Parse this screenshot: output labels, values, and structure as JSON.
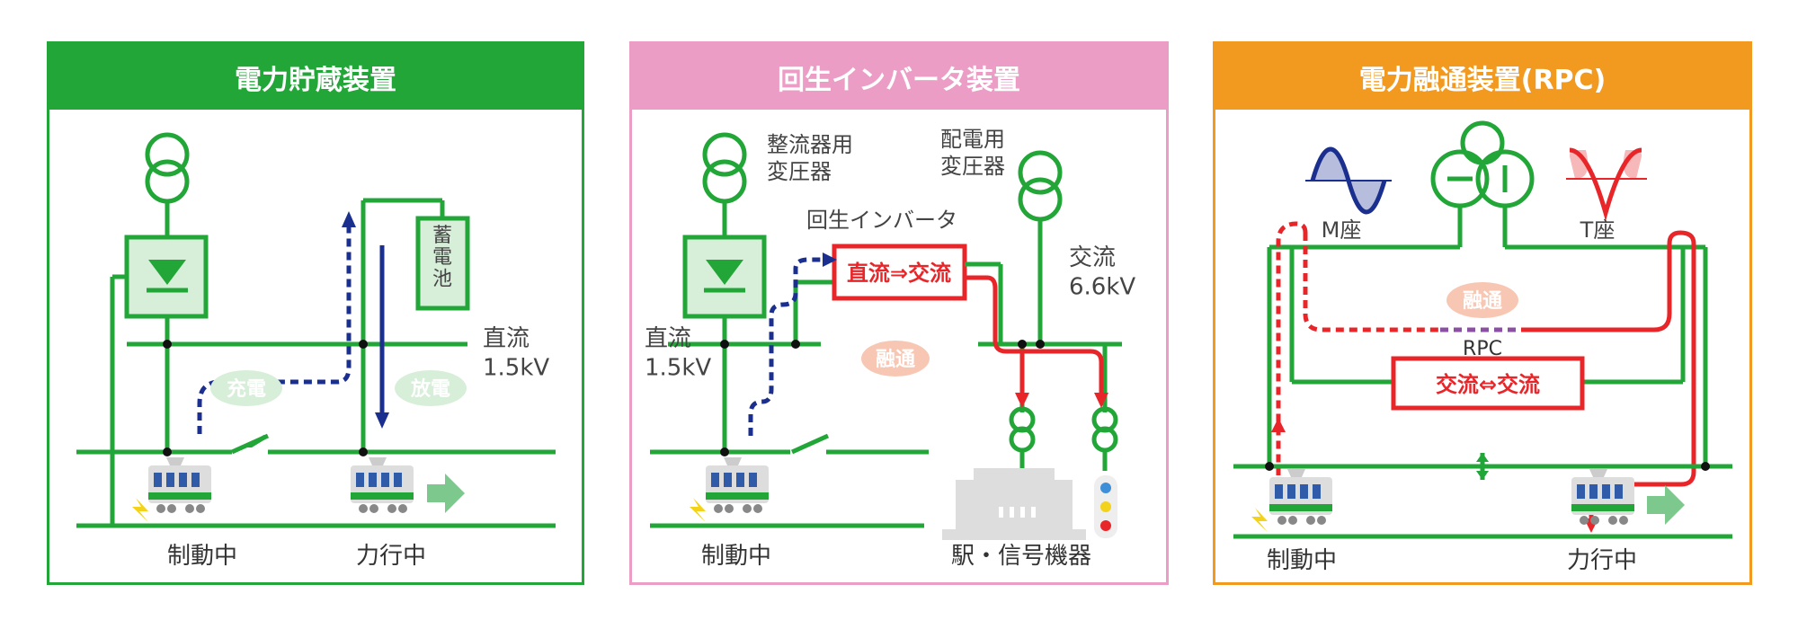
{
  "colors": {
    "green": "#22A638",
    "pink": "#EC9DC5",
    "orange": "#F29A1F",
    "red": "#E8262A",
    "navy": "#1B2F8F",
    "purple": "#8B4FA3",
    "light_green": "#D7EED9",
    "salmon": "#F7C7B3",
    "grey": "#444444"
  },
  "panel1": {
    "title": "電力貯蔵装置",
    "battery": "蓄電池",
    "voltage": "直流\n1.5kV",
    "charge": "充電",
    "discharge": "放電",
    "braking": "制動中",
    "powering": "力行中"
  },
  "panel2": {
    "title": "回生インバータ装置",
    "rectifier_transformer": "整流器用\n変圧器",
    "distribution_transformer": "配電用\n変圧器",
    "inverter_label": "回生インバータ",
    "inverter_box": "直流⇒交流",
    "ac_voltage": "交流\n6.6kV",
    "dc_voltage": "直流\n1.5kV",
    "interchange": "融通",
    "braking": "制動中",
    "station": "駅・信号機器"
  },
  "panel3": {
    "title": "電力融通装置(RPC)",
    "m_phase": "M座",
    "t_phase": "T座",
    "interchange": "融通",
    "rpc": "RPC",
    "ac_box": "交流⇔交流",
    "braking": "制動中",
    "powering": "力行中"
  }
}
